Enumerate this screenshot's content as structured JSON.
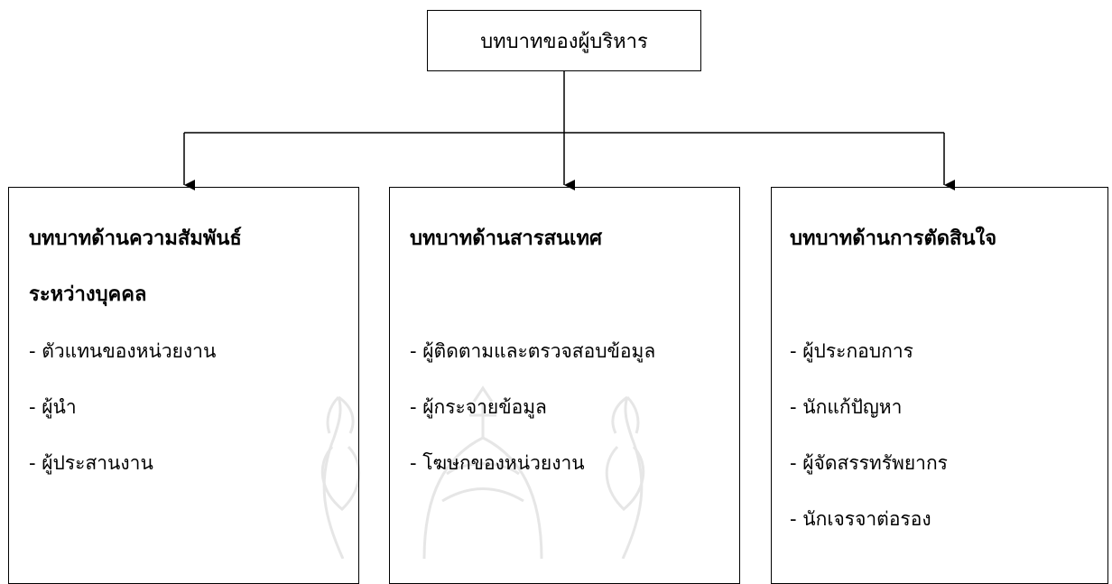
{
  "root": {
    "label": "บทบาทของผู้บริหาร"
  },
  "roles": [
    {
      "title_lines": [
        "บทบาทด้านความสัมพันธ์",
        "ระหว่างบุคคล"
      ],
      "items": [
        "- ตัวแทนของหน่วยงาน",
        "- ผู้นำ",
        "- ผู้ประสานงาน"
      ]
    },
    {
      "title_lines": [
        "บทบาทด้านสารสนเทศ"
      ],
      "items": [
        "- ผู้ติดตามและตรวจสอบข้อมูล",
        "- ผู้กระจายข้อมูล",
        "- โฆษกของหน่วยงาน"
      ]
    },
    {
      "title_lines": [
        "บทบาทด้านการตัดสินใจ"
      ],
      "items": [
        "- ผู้ประกอบการ",
        "- นักแก้ปัญหา",
        "- ผู้จัดสรรทรัพยากร",
        "- นักเจรจาต่อรอง"
      ]
    }
  ],
  "colors": {
    "line": "#000000",
    "watermark": "#b8b8b8"
  }
}
